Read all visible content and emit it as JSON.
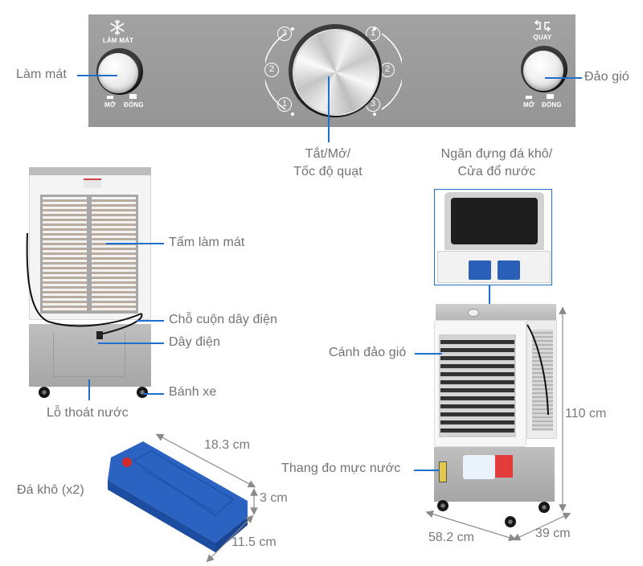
{
  "control_panel": {
    "cooling_icon": "snowflake-icon",
    "cooling_title": "LÀM MÁT",
    "swing_icon": "swing-arrows-icon",
    "swing_title": "QUAY",
    "open_label": "MỞ",
    "close_label": "ĐÓNG",
    "speed_numbers_left": [
      "3",
      "2",
      "1"
    ],
    "speed_numbers_right": [
      "1",
      "2",
      "3"
    ]
  },
  "labels": {
    "cooling": "Làm mát",
    "swing": "Đảo gió",
    "power_speed_line1": "Tắt/Mở/",
    "power_speed_line2": "Tốc độ quạt",
    "ice_compartment_line1": "Ngăn đựng đá khô/",
    "ice_compartment_line2": "Cửa đổ nước",
    "cooling_pad": "Tấm làm mát",
    "cord_holder": "Chỗ cuộn dây điện",
    "power_cord": "Dây điện",
    "wheels": "Bánh xe",
    "drain_hole": "Lỗ thoát nước",
    "louvers": "Cánh đảo gió",
    "water_gauge": "Thang đo mực nước",
    "ice_pack": "Đá khô (x2)"
  },
  "dimensions": {
    "ice_length": "18.3 cm",
    "ice_thickness": "3 cm",
    "ice_width": "11.5 cm",
    "cooler_height": "110 cm",
    "cooler_width": "58.2 cm",
    "cooler_depth": "39 cm"
  },
  "colors": {
    "leader_line": "#1f6fcf",
    "panel_gray": "#9c9c9c",
    "ice_pack_blue": "#2a64c4",
    "text_gray": "#737373"
  }
}
